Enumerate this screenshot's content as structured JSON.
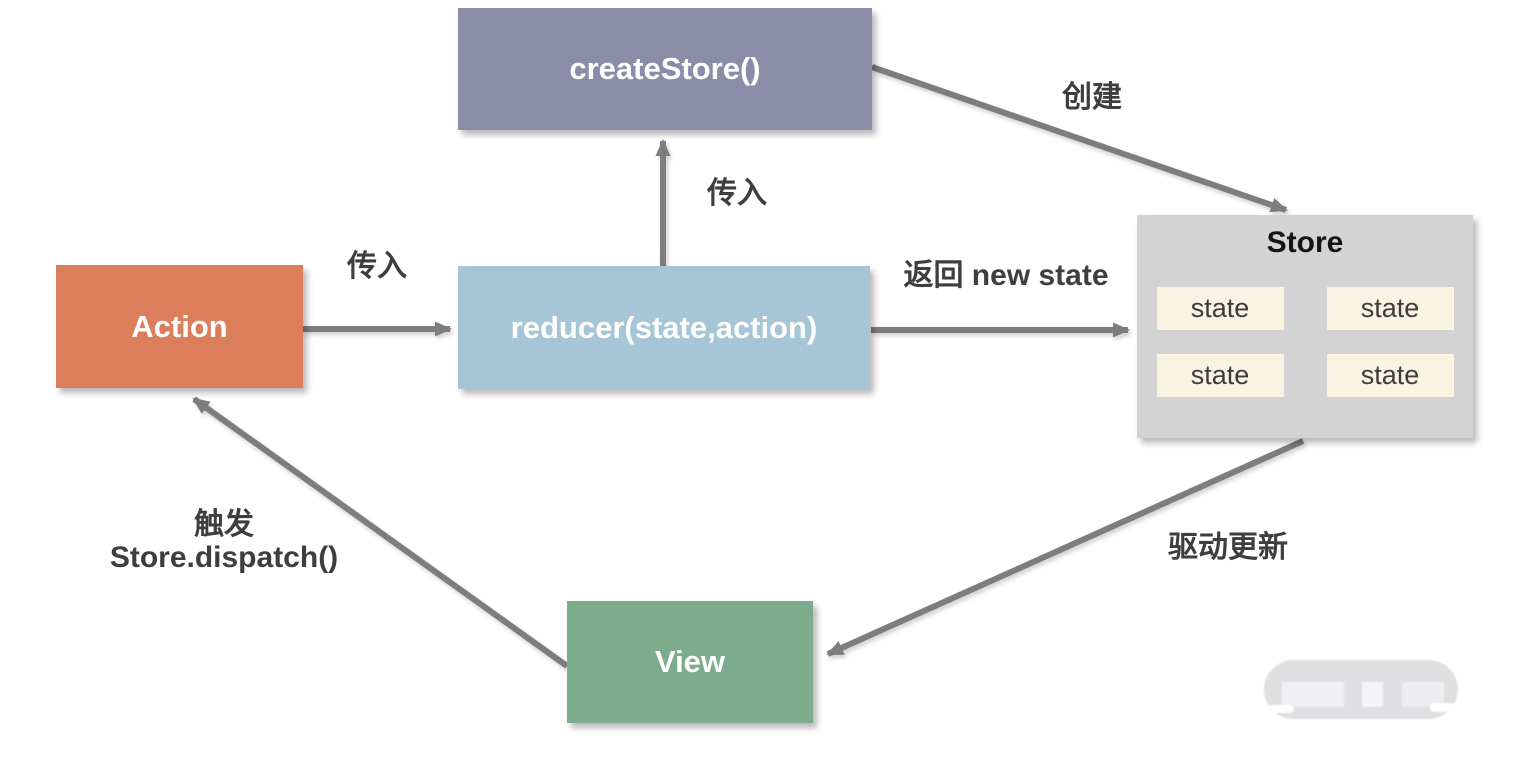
{
  "diagram": {
    "type": "redux-data-flow",
    "nodes": {
      "create_store": {
        "label": "createStore()",
        "color": "#8B8CA8",
        "text_color": "#FFFFFF"
      },
      "action": {
        "label": "Action",
        "color": "#DC7D5B",
        "text_color": "#FFFFFF"
      },
      "reducer": {
        "label": "reducer(state,action)",
        "color": "#A6C6D8",
        "text_color": "#FFFFFF"
      },
      "store": {
        "title": "Store",
        "color": "#D3D3D4",
        "title_color": "#141414",
        "state_items": [
          "state",
          "state",
          "state",
          "state"
        ],
        "state_item_color": "#FAF3E2",
        "state_text_color": "#3C3C3C"
      },
      "view": {
        "label": "View",
        "color": "#7CAC8C",
        "text_color": "#FFFFFF"
      }
    },
    "edges": {
      "action_to_reducer": {
        "label": "传入"
      },
      "reducer_to_create_store": {
        "label": "传入"
      },
      "create_store_to_store": {
        "label": "创建"
      },
      "reducer_to_store": {
        "label": "返回 new state"
      },
      "store_to_view": {
        "label": "驱动更新"
      },
      "view_to_action": {
        "label_line1": "触发",
        "label_line2": "Store.dispatch()"
      }
    },
    "arrow_color": "#7D7D7D",
    "label_color": "#3E3E3E",
    "background_color": "#FFFFFF"
  }
}
